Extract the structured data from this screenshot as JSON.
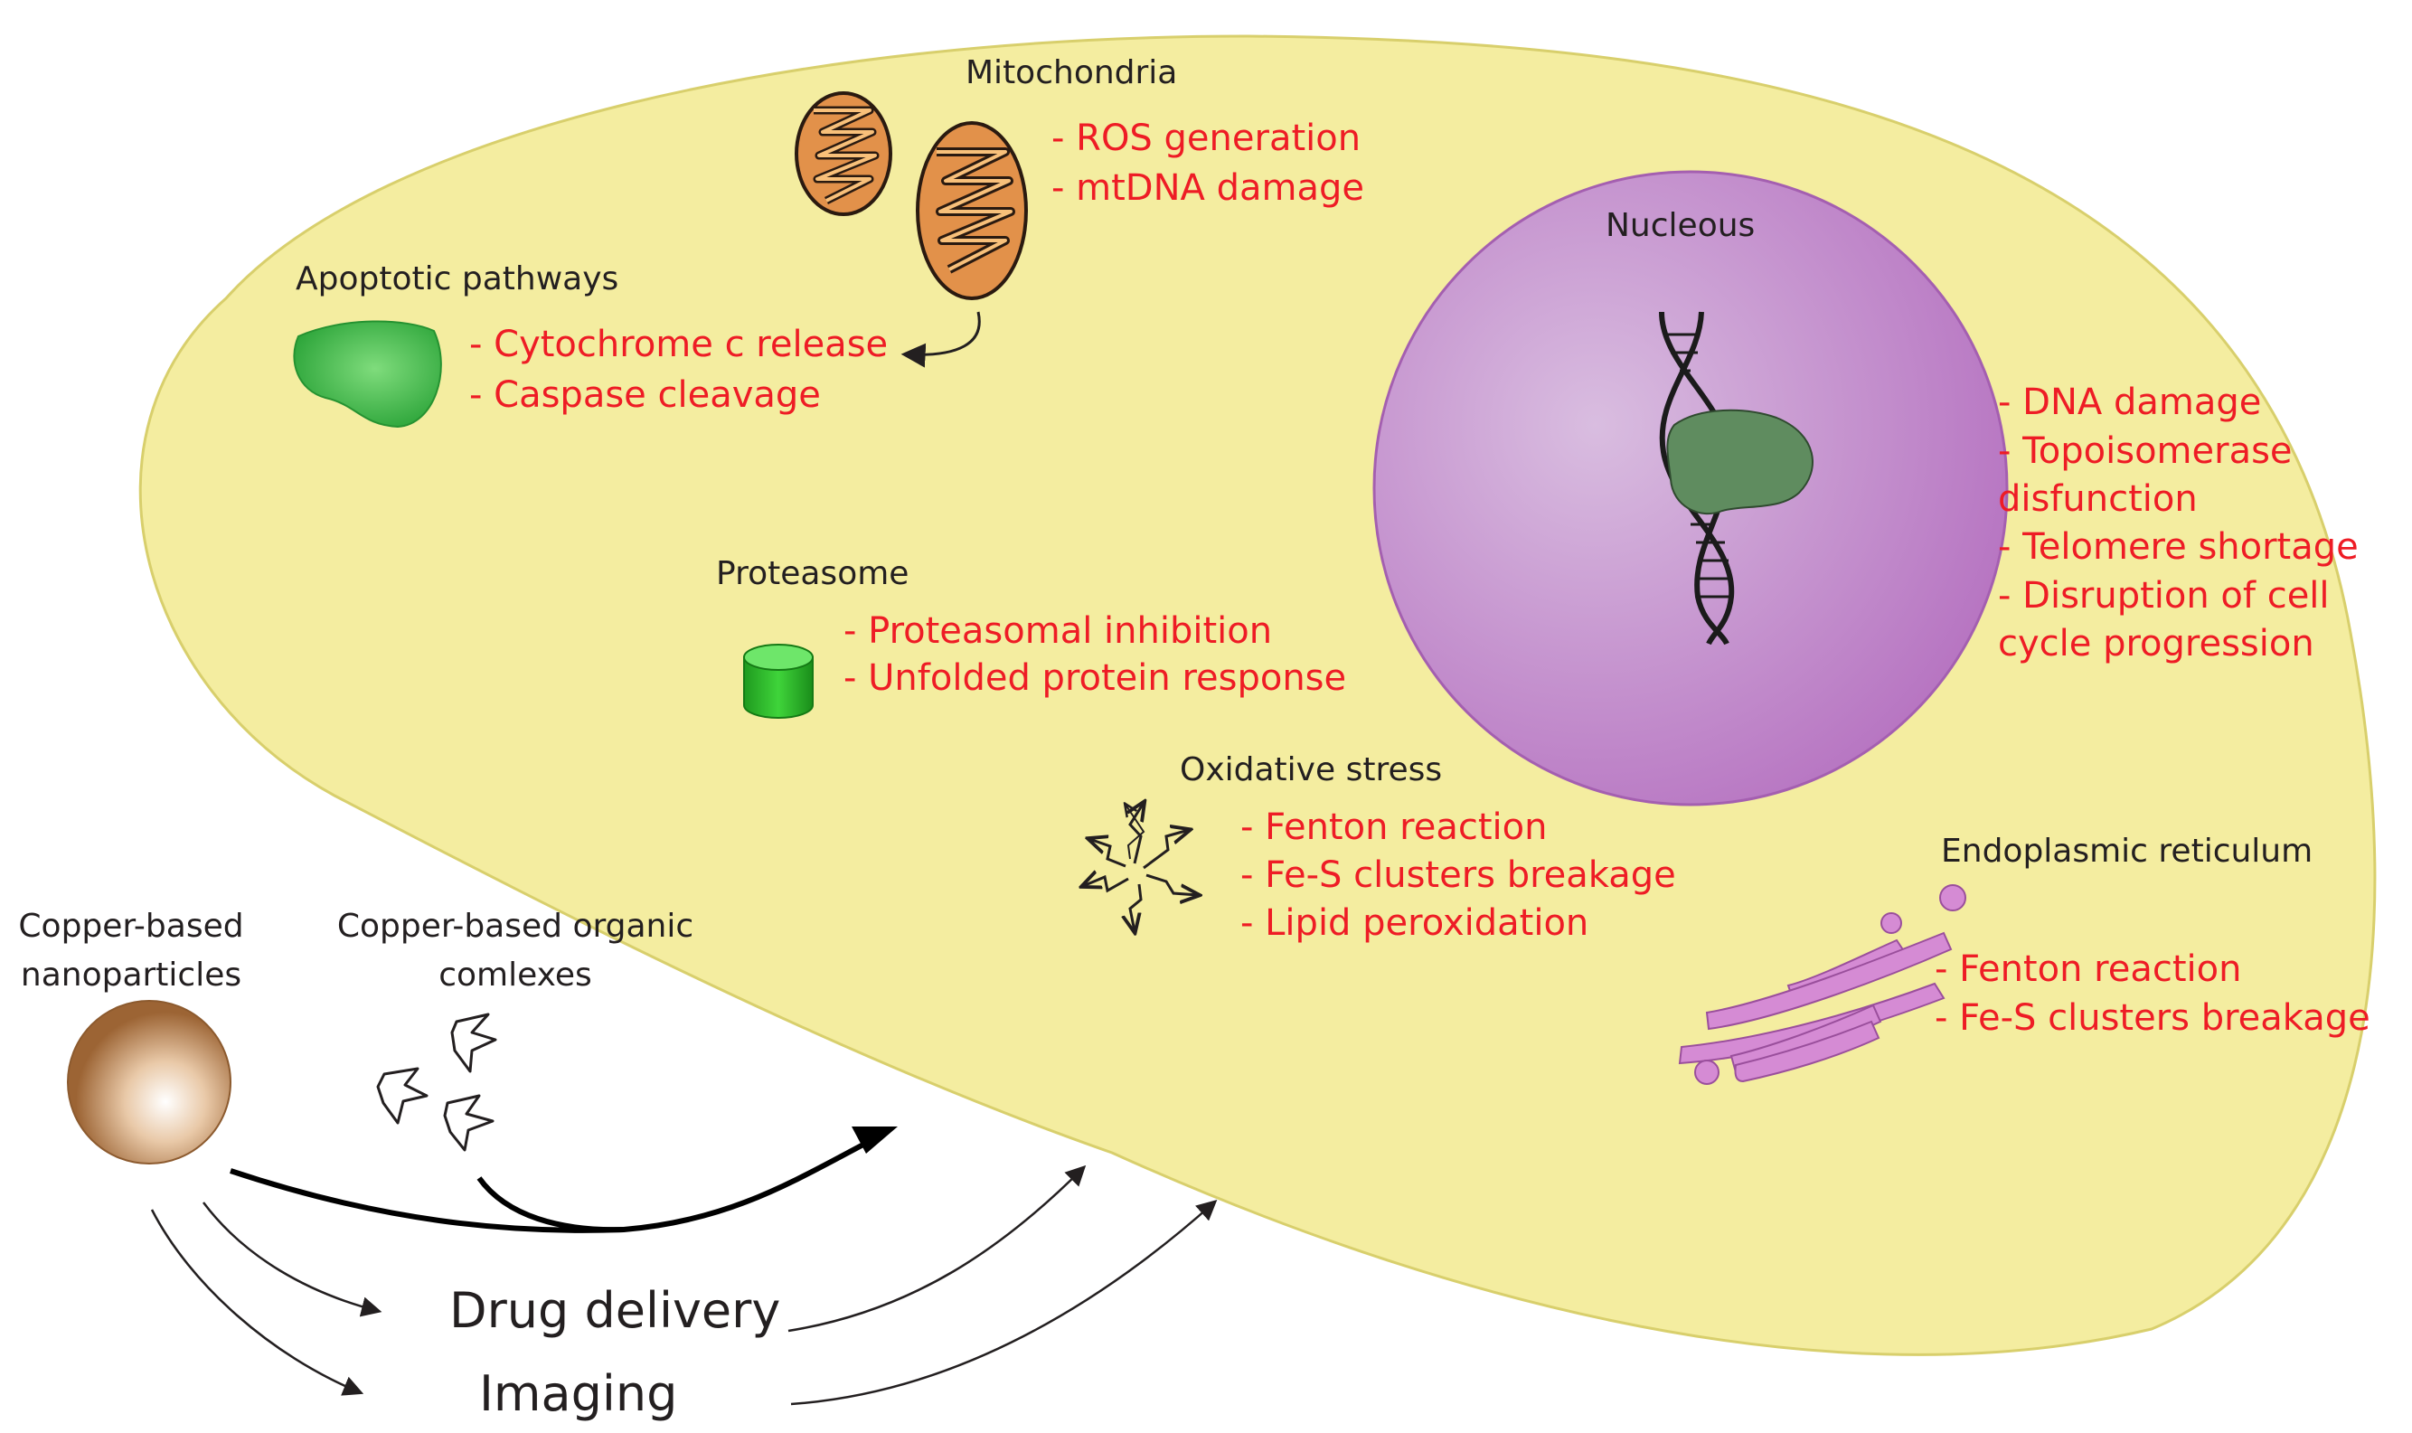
{
  "mitochondria": {
    "title": "Mitochondria",
    "effects": [
      "- ROS generation",
      "- mtDNA damage"
    ]
  },
  "apoptotic": {
    "title": "Apoptotic pathways",
    "effects": [
      "- Cytochrome c release",
      "- Caspase cleavage"
    ]
  },
  "nucleus": {
    "title": "Nucleous",
    "effects": [
      "- DNA damage",
      "- Topoisomerase",
      "disfunction",
      "- Telomere shortage",
      "- Disruption of cell",
      "cycle progression"
    ]
  },
  "proteasome": {
    "title": "Proteasome",
    "effects": [
      "- Proteasomal inhibition",
      "- Unfolded protein response"
    ]
  },
  "oxidative": {
    "title": "Oxidative stress",
    "effects": [
      "- Fenton reaction",
      "- Fe-S clusters breakage",
      "- Lipid peroxidation"
    ]
  },
  "er": {
    "title": "Endoplasmic reticulum",
    "effects": [
      "- Fenton reaction",
      "- Fe-S clusters breakage"
    ]
  },
  "agents": {
    "nanoparticles": [
      "Copper-based",
      "nanoparticles"
    ],
    "complexes": [
      "Copper-based organic",
      "comlexes"
    ]
  },
  "applications": {
    "drug_delivery": "Drug delivery",
    "imaging": "Imaging"
  },
  "colors": {
    "cell": "#f4eda0",
    "cell_stroke": "#d8cf6c",
    "nucleus": "#c98bcf",
    "mito_fill": "#e2914a",
    "mito_stroke": "#2a1a10",
    "effect_text": "#ee1c25",
    "apoptotic_green": "#3cb84a",
    "proteasome_green": "#2fb52b",
    "er_pink": "#d58bd4",
    "nucleus_protein": "#5f8c5f"
  }
}
